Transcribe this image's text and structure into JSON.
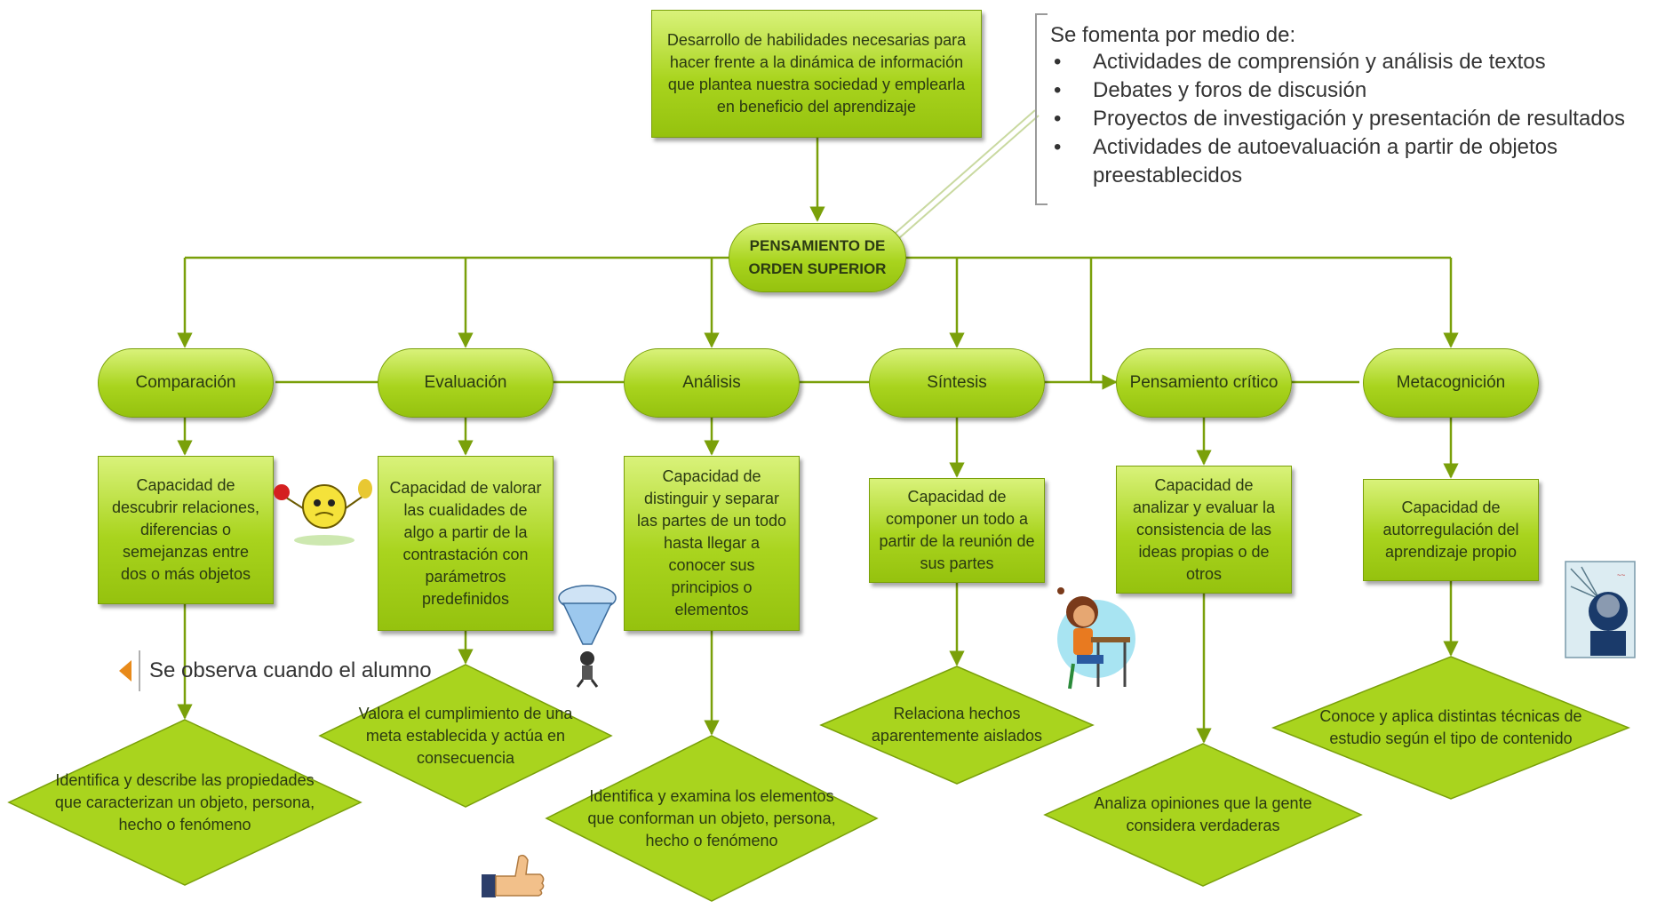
{
  "top_box": "Desarrollo de habilidades necesarias para hacer frente a la dinámica de información que plantea nuestra sociedad y emplearla en beneficio del aprendizaje",
  "center": "PENSAMIENTO DE ORDEN SUPERIOR",
  "fomenta": {
    "title": "Se fomenta por medio de:",
    "items": [
      "Actividades de comprensión y análisis de textos",
      "Debates y foros de discusión",
      "Proyectos de investigación y presentación de resultados",
      "Actividades de autoevaluación a partir de objetos preestablecidos"
    ]
  },
  "observa_label": "Se observa cuando el alumno",
  "skills": [
    {
      "name": "Comparación",
      "description": "Capacidad de descubrir relaciones, diferencias o semejanzas entre dos o más objetos",
      "observable": "Identifica y describe las propiedades que caracterizan un objeto, persona, hecho o fenómeno"
    },
    {
      "name": "Evaluación",
      "description": "Capacidad de valorar las cualidades de algo a partir de la contrastación con parámetros predefinidos",
      "observable": "Valora el cumplimiento de una meta establecida y actúa en consecuencia"
    },
    {
      "name": "Análisis",
      "description": "Capacidad de distinguir y separar las partes de un todo hasta llegar a conocer sus principios o elementos",
      "observable": "Identifica y examina los elementos que conforman un objeto, persona, hecho o fenómeno"
    },
    {
      "name": "Síntesis",
      "description": "Capacidad de componer un todo a partir de la reunión de sus partes",
      "observable": "Relaciona hechos aparentemente aislados"
    },
    {
      "name": "Pensamiento crítico",
      "description": "Capacidad de analizar y evaluar la consistencia de las ideas propias o de otros",
      "observable": "Analiza opiniones que la gente considera verdaderas"
    },
    {
      "name": "Metacognición",
      "description": "Capacidad de autorregulación del aprendizaje propio",
      "observable": "Conoce y aplica distintas técnicas de estudio según el tipo de contenido"
    }
  ],
  "colors": {
    "box_fill": "#a9d41e",
    "box_border": "#7aa00a",
    "connector": "#7aa00a",
    "observa_marker": "#e88a1a"
  }
}
